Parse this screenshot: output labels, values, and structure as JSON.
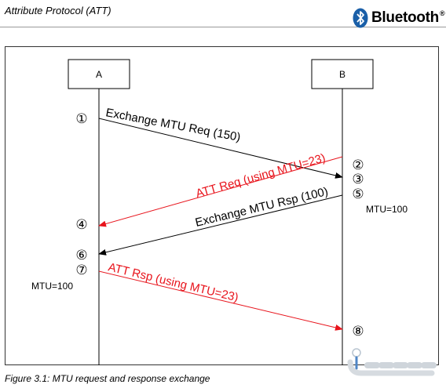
{
  "header": {
    "title": "Attribute Protocol (ATT)",
    "logo_text": "Bluetooth"
  },
  "diagram": {
    "nodes": [
      {
        "id": "A",
        "label": "A"
      },
      {
        "id": "B",
        "label": "B"
      }
    ],
    "messages": [
      {
        "id": "m1",
        "label": "Exchange MTU Req (150)",
        "from": "A",
        "to": "B",
        "color": "#000000"
      },
      {
        "id": "m2",
        "label": "ATT Req (using MTU=23)",
        "from": "B",
        "to": "A",
        "color": "#e8141c"
      },
      {
        "id": "m3",
        "label": "Exchange MTU Rsp (100)",
        "from": "B",
        "to": "A",
        "color": "#000000"
      },
      {
        "id": "m4",
        "label": "ATT Rsp (using MTU=23)",
        "from": "A",
        "to": "B",
        "color": "#e8141c"
      }
    ],
    "steps": [
      "①",
      "②",
      "③",
      "④",
      "⑤",
      "⑥",
      "⑦",
      "⑧"
    ],
    "notes": {
      "mtu_b": "MTU=100",
      "mtu_a": "MTU=100"
    }
  },
  "caption": "Figure 3.1: MTU request and response exchange",
  "colors": {
    "red": "#e8141c",
    "black": "#000000",
    "bt_blue": "#1a5fa8"
  }
}
